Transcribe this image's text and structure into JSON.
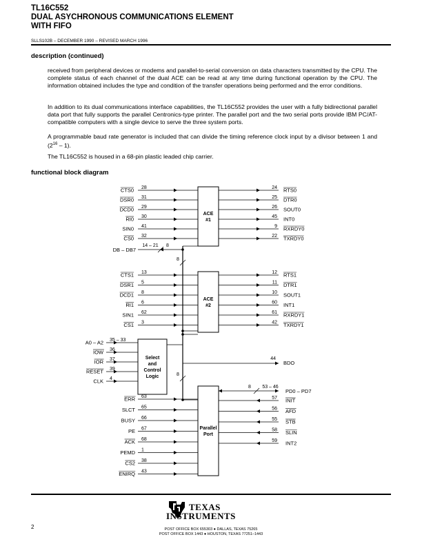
{
  "header": {
    "title_lines": [
      "TL16C552",
      "DUAL ASYCHRONOUS COMMUNICATIONS ELEMENT",
      "WITH FIFO"
    ],
    "doc_id": "SLLS102B – DECEMBER 1990 – REVISED MARCH 1996"
  },
  "section_heading": "description (continued)",
  "paragraphs": [
    "received from peripheral devices or modems and parallel-to-serial conversion on data characters transmitted by the CPU. The complete status of each channel of the dual ACE can be read at any time during functional operation by the CPU. The information obtained includes the type and condition of the transfer operations being performed and the error conditions.",
    "In addition to its dual communications interface capabilities, the TL16C552 provides the user with a fully bidirectional parallel data port that fully supports the parallel Centronics-type printer. The parallel port and the two serial ports provide IBM PC/AT-compatible computers with a single device to serve the three system ports.",
    "A programmable baud rate generator is included that can divide the timing reference clock input by a divisor between 1 and (2",
    "16",
    " – 1).",
    "The TL16C552 is housed in a 68-pin plastic leaded chip carrier."
  ],
  "diagram_heading": "functional block diagram",
  "diagram": {
    "blocks": [
      {
        "id": "ace1",
        "label": [
          "ACE",
          "#1"
        ]
      },
      {
        "id": "ace2",
        "label": [
          "ACE",
          "#2"
        ]
      },
      {
        "id": "select",
        "label": [
          "Select",
          "and",
          "Control",
          "Logic"
        ]
      },
      {
        "id": "parallel",
        "label": [
          "Parallel",
          "Port"
        ]
      }
    ],
    "ace1_inputs": [
      {
        "name": "CTS0",
        "pin": "28",
        "bar": true
      },
      {
        "name": "DSR0",
        "pin": "31",
        "bar": true
      },
      {
        "name": "DCD0",
        "pin": "29",
        "bar": true
      },
      {
        "name": "RI0",
        "pin": "30",
        "bar": true
      },
      {
        "name": "SIN0",
        "pin": "41",
        "bar": false
      },
      {
        "name": "CS0",
        "pin": "32",
        "bar": true
      }
    ],
    "ace1_outputs": [
      {
        "name": "RTS0",
        "pin": "24",
        "bar": true
      },
      {
        "name": "DTR0",
        "pin": "25",
        "bar": true
      },
      {
        "name": "SOUT0",
        "pin": "26",
        "bar": false
      },
      {
        "name": "INT0",
        "pin": "45",
        "bar": false
      },
      {
        "name": "RXRDY0",
        "pin": "9",
        "bar": true
      },
      {
        "name": "TXRDY0",
        "pin": "22",
        "bar": true
      }
    ],
    "databus": {
      "name": "DB – DB7",
      "pin": "14 – 21",
      "width": "8"
    },
    "ace2_inputs": [
      {
        "name": "CTS1",
        "pin": "13",
        "bar": true
      },
      {
        "name": "DSR1",
        "pin": "5",
        "bar": true
      },
      {
        "name": "DCD1",
        "pin": "8",
        "bar": true
      },
      {
        "name": "RI1",
        "pin": "6",
        "bar": true
      },
      {
        "name": "SIN1",
        "pin": "62",
        "bar": false
      },
      {
        "name": "CS1",
        "pin": "3",
        "bar": true
      }
    ],
    "ace2_outputs": [
      {
        "name": "RTS1",
        "pin": "12",
        "bar": true
      },
      {
        "name": "DTR1",
        "pin": "11",
        "bar": true
      },
      {
        "name": "SOUT1",
        "pin": "10",
        "bar": false
      },
      {
        "name": "INT1",
        "pin": "60",
        "bar": false
      },
      {
        "name": "RXRDY1",
        "pin": "61",
        "bar": true
      },
      {
        "name": "TXRDY1",
        "pin": "42",
        "bar": true
      }
    ],
    "select_inputs": [
      {
        "name": "A0 – A2",
        "pin": "35 – 33",
        "bar": false
      },
      {
        "name": "IOW",
        "pin": "36",
        "bar": true
      },
      {
        "name": "IOR",
        "pin": "37",
        "bar": true
      },
      {
        "name": "RESET",
        "pin": "39",
        "bar": true
      },
      {
        "name": "CLK",
        "pin": "4",
        "bar": false
      }
    ],
    "bdo": {
      "name": "BDO",
      "pin": "44"
    },
    "pd": {
      "name": "PD0 – PD7",
      "pin": "53 – 46",
      "width": "8"
    },
    "parallel_inputs": [
      {
        "name": "ERR",
        "pin": "63",
        "bar": true
      },
      {
        "name": "SLCT",
        "pin": "65",
        "bar": false
      },
      {
        "name": "BUSY",
        "pin": "66",
        "bar": false
      },
      {
        "name": "PE",
        "pin": "67",
        "bar": false
      },
      {
        "name": "ACK",
        "pin": "68",
        "bar": true
      },
      {
        "name": "PEMD",
        "pin": "1",
        "bar": false
      },
      {
        "name": "CS2",
        "pin": "38",
        "bar": true
      },
      {
        "name": "ENIRQ",
        "pin": "43",
        "bar": true
      }
    ],
    "parallel_outputs": [
      {
        "name": "INIT",
        "pin": "57",
        "bar": true
      },
      {
        "name": "AFD",
        "pin": "56",
        "bar": true
      },
      {
        "name": "STB",
        "pin": "55",
        "bar": true
      },
      {
        "name": "SLIN",
        "pin": "58",
        "bar": true
      },
      {
        "name": "INT2",
        "pin": "59",
        "bar": false
      }
    ],
    "bus_width": "8"
  },
  "footer": {
    "page_number": "2",
    "logo_words": [
      "TEXAS",
      "INSTRUMENTS"
    ],
    "address_lines": [
      "POST OFFICE BOX 655303 ● DALLAS, TEXAS 75265",
      "POST OFFICE BOX 1443 ● HOUSTON, TEXAS 77251–1443"
    ]
  }
}
